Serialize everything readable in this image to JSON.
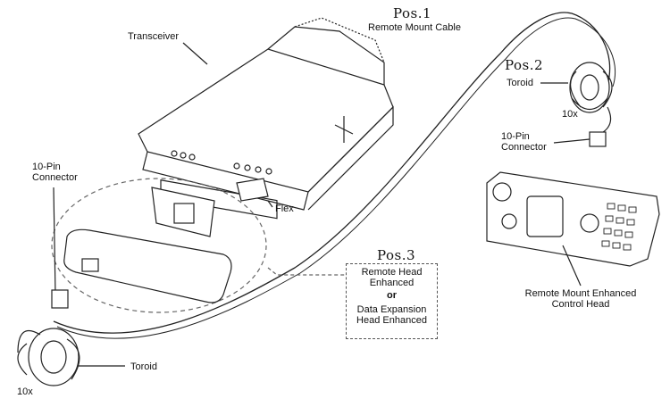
{
  "pos1": {
    "title": "Pos.1",
    "label": "Remote Mount Cable"
  },
  "pos2": {
    "title": "Pos.2",
    "toroid": "Toroid",
    "count": "10x",
    "connector_line1": "10-Pin",
    "connector_line2": "Connector"
  },
  "pos3": {
    "title": "Pos.3",
    "line1": "Remote Head",
    "line2": "Enhanced",
    "or": "or",
    "line3": "Data Expansion",
    "line4": "Head Enhanced"
  },
  "transceiver": "Transceiver",
  "flex": "Flex",
  "left_connector": {
    "line1": "10-Pin",
    "line2": "Connector"
  },
  "left_toroid": {
    "label": "Toroid",
    "count": "10x"
  },
  "control_head": {
    "line1": "Remote Mount Enhanced",
    "line2": "Control Head"
  }
}
